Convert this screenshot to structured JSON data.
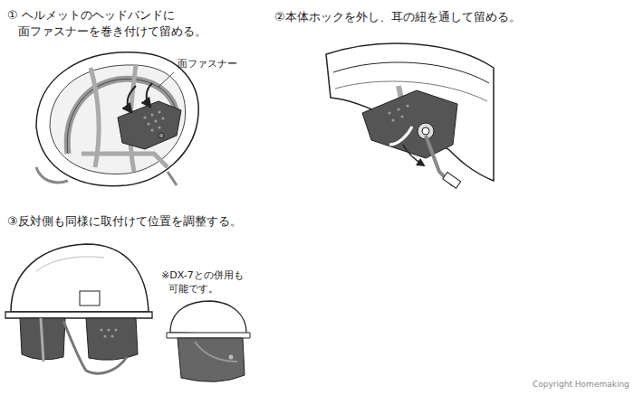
{
  "diagram": {
    "labels": [
      "① ヘルメットのヘッドバンドに 面ファスナーを巻き付けて留める。",
      "面ファスナー",
      "②本体ホックを外し、耳の紐を通して留める。",
      "③反対側も同様に取付けて位置を調整する。",
      "※DX-7との併用も 可能です。",
      "Copyright Homemaking"
    ]
  }
}
